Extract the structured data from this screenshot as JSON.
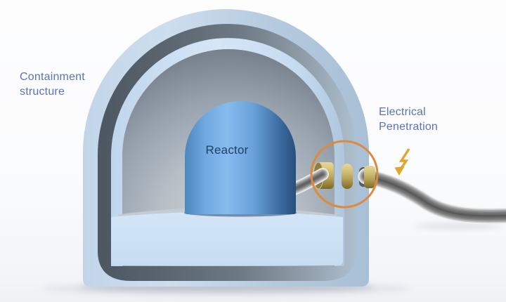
{
  "scene": {
    "type": "cutaway-illustration",
    "components": [
      "containment-structure",
      "reactor-vessel",
      "electrical-penetration-assembly",
      "power-cable",
      "highlight-circle",
      "lightning-bolt"
    ]
  },
  "labels": {
    "containment": "Containment structure",
    "reactor": "Reactor",
    "penetration": "Electrical Penetration"
  },
  "icons": {
    "lightning": {
      "name": "lightning-bolt-icon",
      "glyph": "⚡"
    }
  },
  "colors": {
    "background": "#fbfcfd",
    "label_text": "#5b72b6",
    "reactor_label_text": "#20406a",
    "highlight_circle": "#dd8a3f",
    "lightning_bolt": "#e0a52f",
    "containment_shell": "#b7cce1",
    "containment_liner": "#cfe3f6",
    "cut_face_dark": "#58636d",
    "interior_wall": "#9aa5b0",
    "reactor_blue": "#5f96cb",
    "penetration_gold": "#bfae66",
    "cable_gray": "#8a8a8a"
  }
}
